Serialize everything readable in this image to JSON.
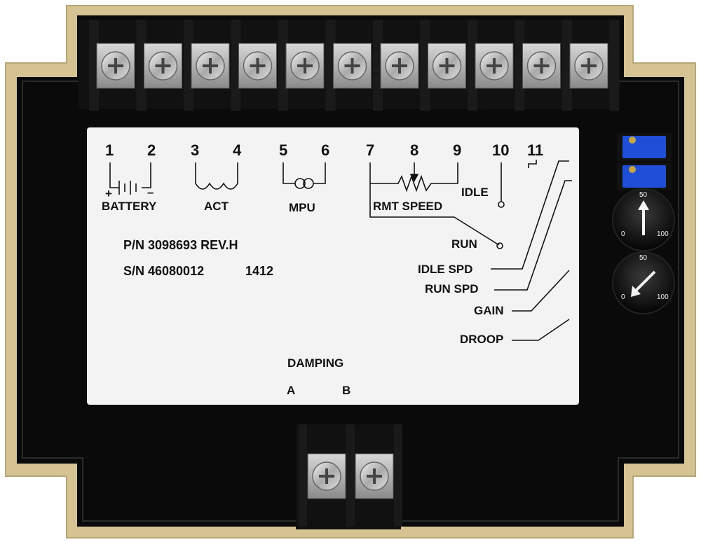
{
  "terminals": [
    "1",
    "2",
    "3",
    "4",
    "5",
    "6",
    "7",
    "8",
    "9",
    "10",
    "11"
  ],
  "groups": {
    "battery": "BATTERY",
    "act": "ACT",
    "mpu": "MPU",
    "rmt_speed": "RMT SPEED",
    "idle": "IDLE",
    "run": "RUN"
  },
  "battery_polarity": {
    "plus": "+",
    "minus": "–"
  },
  "part": {
    "pn": "P/N 3098693 REV.H",
    "sn": "S/N 46080012",
    "code": "1412"
  },
  "adjustments": {
    "idle_spd": "IDLE SPD",
    "run_spd": "RUN SPD",
    "gain": "GAIN",
    "droop": "DROOP"
  },
  "damping": {
    "title": "DAMPING",
    "a": "A",
    "b": "B"
  },
  "dials": [
    {
      "top": "50",
      "left": "0",
      "right": "100"
    },
    {
      "top": "50",
      "left": "0",
      "right": "100"
    }
  ],
  "colors": {
    "frame": "#d6c394",
    "body": "#0a0a0a",
    "label": "#f3f3f3",
    "trimpot": "#1f4fd6"
  }
}
